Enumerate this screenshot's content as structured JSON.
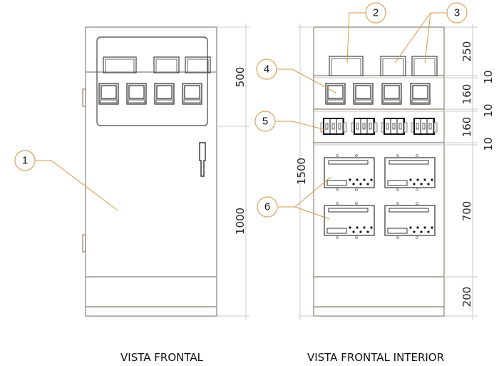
{
  "views": [
    {
      "id": "front",
      "title": "VISTA FRONTAL"
    },
    {
      "id": "interior",
      "title": "VISTA FRONTAL INTERIOR"
    }
  ],
  "front_dimensions": {
    "upper": "500",
    "lower": "1000"
  },
  "interior_dimensions": {
    "total_height": "1500",
    "sections": [
      "250",
      "10",
      "160",
      "10",
      "160",
      "10",
      "700",
      "200"
    ]
  },
  "callouts": [
    {
      "number": "1",
      "target": "front door"
    },
    {
      "number": "2",
      "target": "wide meter"
    },
    {
      "number": "3",
      "target": "two meters"
    },
    {
      "number": "4",
      "target": "panel meter"
    },
    {
      "number": "5",
      "target": "breakers row"
    },
    {
      "number": "6",
      "target": "distribution modules"
    }
  ]
}
